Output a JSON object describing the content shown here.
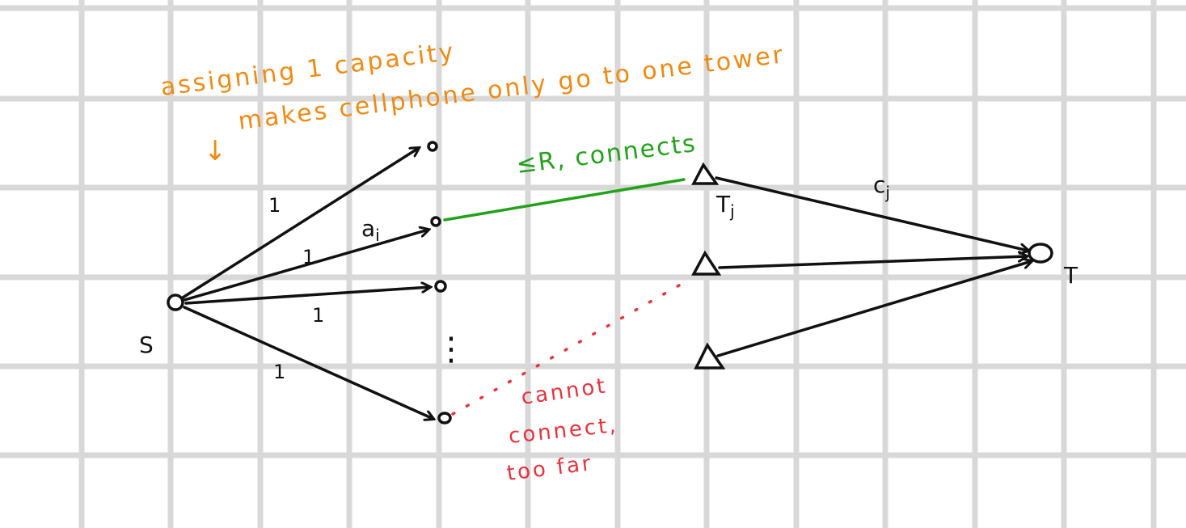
{
  "annotations": {
    "capacity_note": "assigning 1 capacity",
    "tower_note_line1": "makes cellphone only go to one tower",
    "arrow_glyph": "↓",
    "range_note": "≤R, connects",
    "cannot_line1": "cannot",
    "cannot_line2": "connect,",
    "cannot_line3": "too far"
  },
  "labels": {
    "source": "S",
    "sink": "T",
    "phone_capacity": "a",
    "phone_capacity_sub": "i",
    "tower_label": "T",
    "tower_label_sub": "j",
    "tower_capacity": "c",
    "tower_capacity_sub": "j",
    "edge_capacity": "1",
    "vertical_dots": "⋮"
  },
  "colors": {
    "orange": "#f08a12",
    "green": "#22a21b",
    "red": "#e8323c",
    "ink": "#111111",
    "grid": "#d8d8d8"
  }
}
